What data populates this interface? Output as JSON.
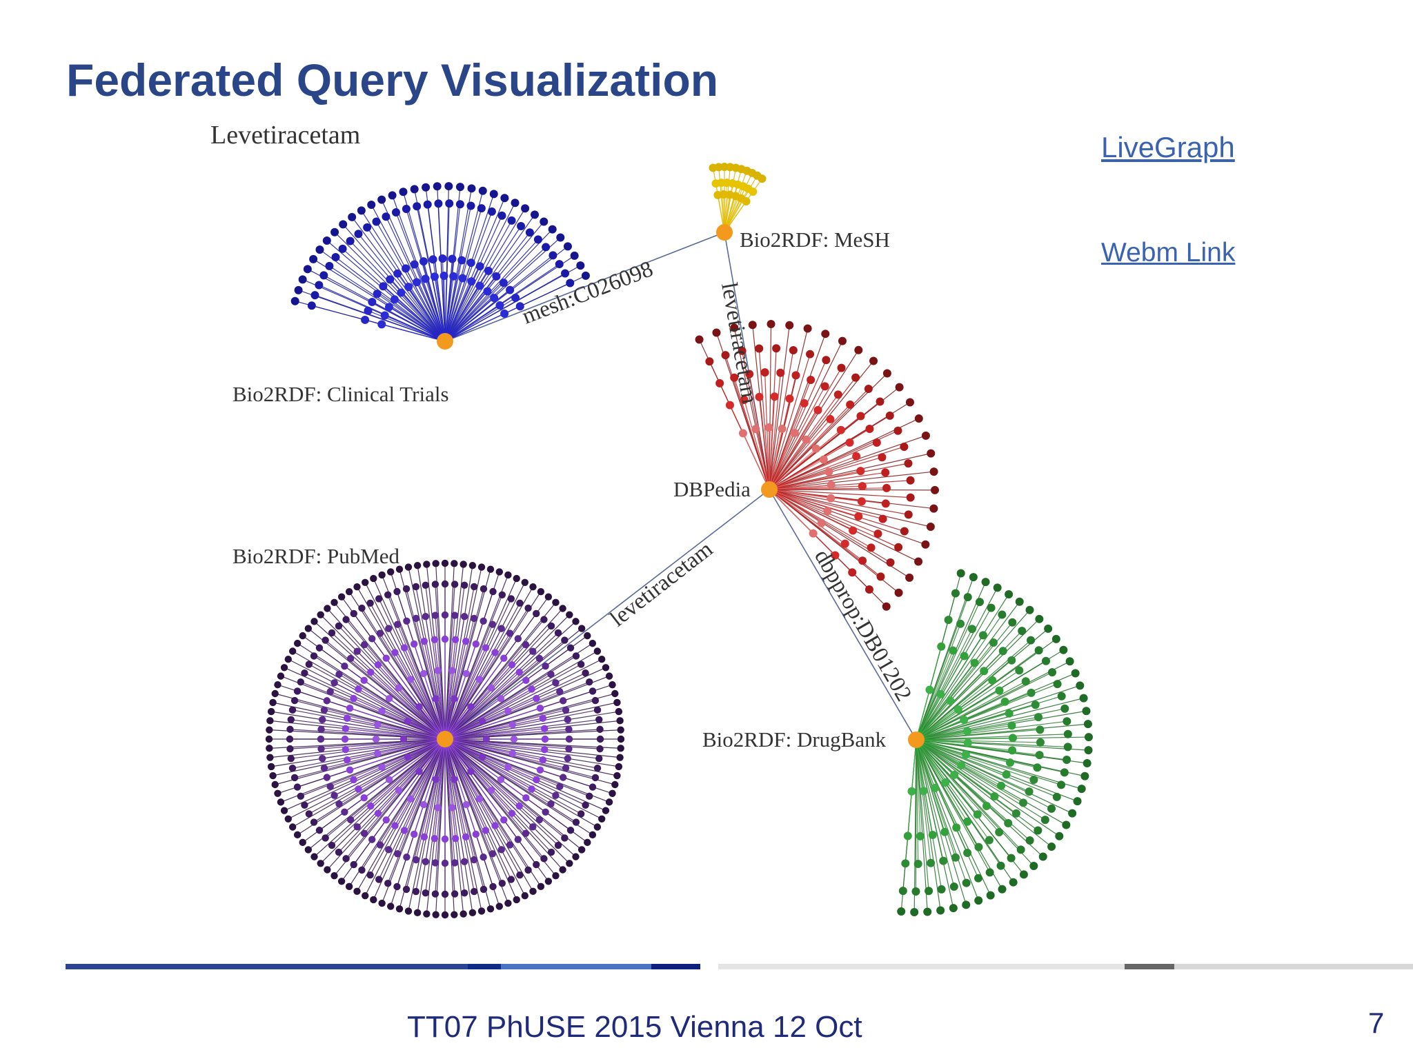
{
  "slide": {
    "title": "Federated Query Visualization",
    "links": {
      "livegraph": "LiveGraph",
      "webm": "Webm Link"
    },
    "footer": "TT07 PhUSE 2015  Vienna  12 Oct",
    "page_number": "7"
  },
  "graph": {
    "root_label": "Levetiracetam",
    "hub_color": "#f39a1e",
    "nodes": [
      {
        "id": "mesh",
        "label": "Bio2RDF: MeSH",
        "color": "#e6c200"
      },
      {
        "id": "clinical_trials",
        "label": "Bio2RDF: Clinical Trials",
        "color": "#1c1cc4"
      },
      {
        "id": "dbpedia",
        "label": "DBPedia",
        "color": "#d42020"
      },
      {
        "id": "pubmed",
        "label": "Bio2RDF: PubMed",
        "color": "#7a2ccf"
      },
      {
        "id": "drugbank",
        "label": "Bio2RDF: DrugBank",
        "color": "#2e9a3a"
      }
    ],
    "edges": [
      {
        "from": "clinical_trials",
        "to": "mesh",
        "label": "mesh:C026098"
      },
      {
        "from": "mesh",
        "to": "dbpedia",
        "label": "levetiracetam"
      },
      {
        "from": "dbpedia",
        "to": "pubmed",
        "label": "levetiracetam"
      },
      {
        "from": "dbpedia",
        "to": "drugbank",
        "label": "dbpprop:DB01202"
      }
    ]
  }
}
